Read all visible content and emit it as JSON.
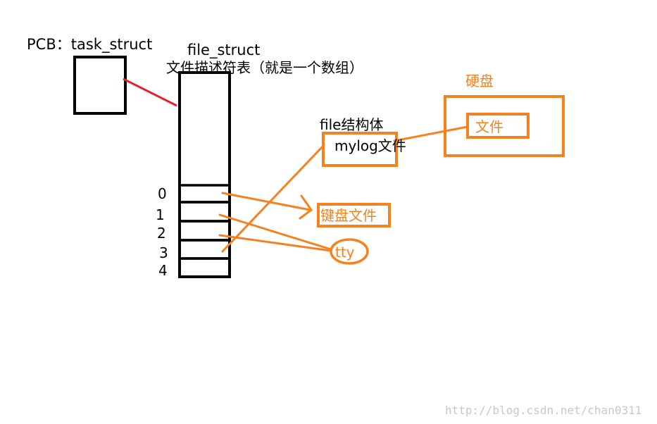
{
  "labels": {
    "pcb": "PCB：task_struct",
    "file_struct": "file_struct",
    "fd_table": "文件描述符表（就是一个数组）",
    "file_struct_node": "file结构体",
    "mylog_file": "mylog文件",
    "disk": "硬盘",
    "disk_file": "文件",
    "keyboard_file": "键盘文件",
    "tty": "tty"
  },
  "indices": [
    "0",
    "1",
    "2",
    "3",
    "4"
  ],
  "watermark": "http://blog.csdn.net/chan0311",
  "colors": {
    "black": "#000000",
    "orange": "#f5821f",
    "red": "#e0242f",
    "watermark": "#c8c8c8"
  }
}
